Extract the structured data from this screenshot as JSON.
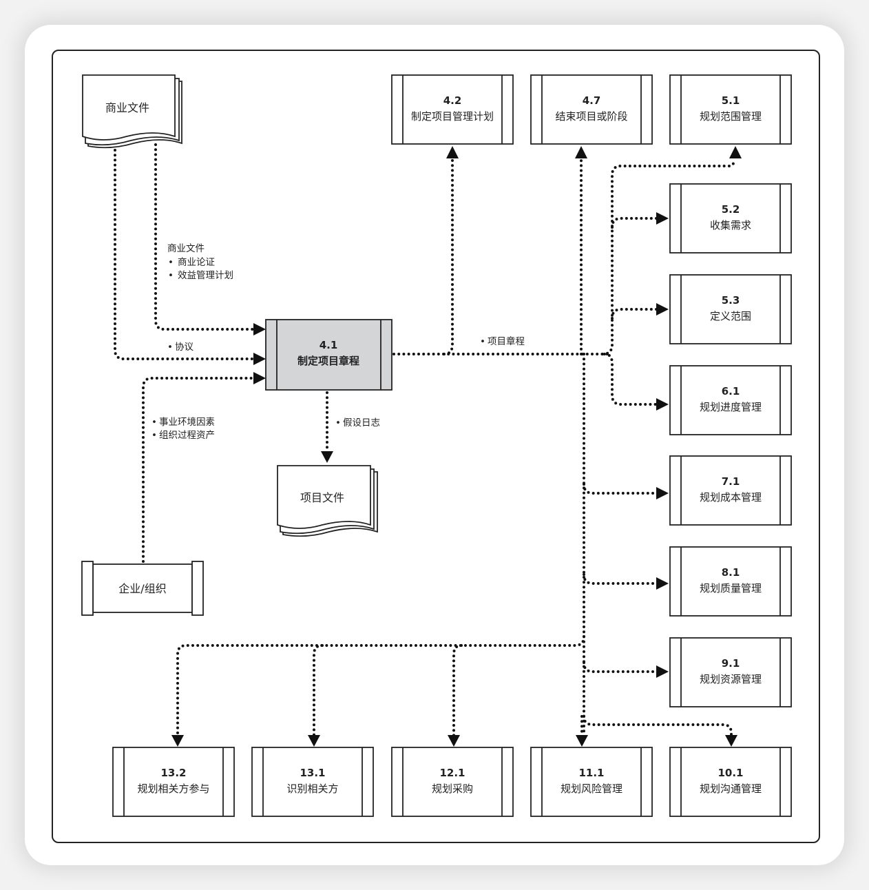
{
  "documents": {
    "business_docs": {
      "label": "商业文件"
    },
    "project_docs": {
      "label": "项目文件"
    }
  },
  "enterprise": {
    "label": "企业/组织"
  },
  "central_process": {
    "number": "4.1",
    "name": "制定项目章程"
  },
  "processes": [
    {
      "id": "p42",
      "number": "4.2",
      "name": "制定项目管理计划"
    },
    {
      "id": "p47",
      "number": "4.7",
      "name": "结束项目或阶段"
    },
    {
      "id": "p51",
      "number": "5.1",
      "name": "规划范围管理"
    },
    {
      "id": "p52",
      "number": "5.2",
      "name": "收集需求"
    },
    {
      "id": "p53",
      "number": "5.3",
      "name": "定义范围"
    },
    {
      "id": "p61",
      "number": "6.1",
      "name": "规划进度管理"
    },
    {
      "id": "p71",
      "number": "7.1",
      "name": "规划成本管理"
    },
    {
      "id": "p81",
      "number": "8.1",
      "name": "规划质量管理"
    },
    {
      "id": "p91",
      "number": "9.1",
      "name": "规划资源管理"
    },
    {
      "id": "p132",
      "number": "13.2",
      "name": "规划相关方参与"
    },
    {
      "id": "p131",
      "number": "13.1",
      "name": "识别相关方"
    },
    {
      "id": "p121",
      "number": "12.1",
      "name": "规划采购"
    },
    {
      "id": "p111",
      "number": "11.1",
      "name": "规划风险管理"
    },
    {
      "id": "p101",
      "number": "10.1",
      "name": "规划沟通管理"
    }
  ],
  "flow_labels": {
    "business_docs": {
      "title": "商业文件",
      "items": [
        "商业论证",
        "效益管理计划"
      ]
    },
    "agreements": "协议",
    "enterprise": [
      "事业环境因素",
      "组织过程资产"
    ],
    "assumption_log": "假设日志",
    "project_charter": "项目章程"
  },
  "bullet": "•",
  "colors": {
    "central_fill": "#d4d5d7",
    "box_fill": "#ffffff",
    "stroke": "#222222"
  }
}
